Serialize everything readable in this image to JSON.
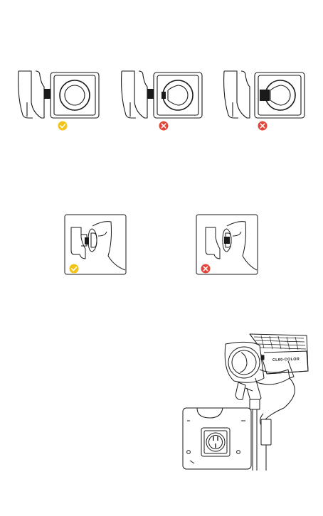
{
  "figures": {
    "mount_row": {
      "items": [
        {
          "status": "correct",
          "status_icon": "check-icon"
        },
        {
          "status": "incorrect",
          "status_icon": "x-icon"
        },
        {
          "status": "incorrect",
          "status_icon": "x-icon"
        }
      ]
    },
    "closeup_row": {
      "items": [
        {
          "status": "correct",
          "status_icon": "check-icon"
        },
        {
          "status": "incorrect",
          "status_icon": "x-icon"
        }
      ]
    },
    "light_fixture": {
      "brand_label": "CL60·COLOR",
      "detail_callout": "xlr-connector-closeup"
    }
  },
  "colors": {
    "correct": "#F2C41A",
    "incorrect": "#E2463A",
    "line": "#1a1a1a"
  }
}
